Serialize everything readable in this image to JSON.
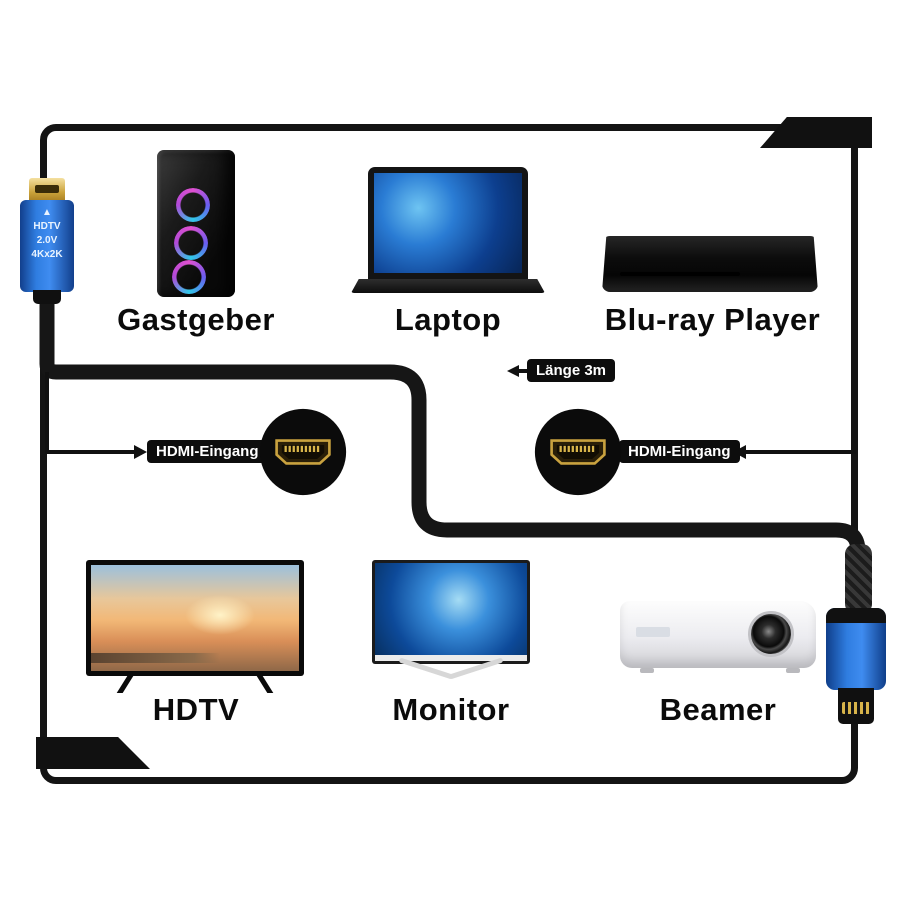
{
  "devices": {
    "gastgeber": {
      "label": "Gastgeber"
    },
    "laptop": {
      "label": "Laptop"
    },
    "bluray": {
      "label": "Blu-ray Player"
    },
    "hdtv": {
      "label": "HDTV"
    },
    "monitor": {
      "label": "Monitor"
    },
    "beamer": {
      "label": "Beamer"
    }
  },
  "cable": {
    "length_badge": "Länge 3m",
    "input_badge_left": "HDMI-Eingang",
    "input_badge_right": "HDMI-Eingang",
    "connector": {
      "arrow": "▲",
      "line1": "HDTV",
      "line2": "2.0V",
      "line3": "4Kx2K"
    }
  },
  "colors": {
    "cable_black": "#161616",
    "connector_blue": "#2f7de0",
    "gold": "#d8b44a",
    "badge_bg": "#0d0d0d",
    "badge_text": "#ffffff"
  }
}
